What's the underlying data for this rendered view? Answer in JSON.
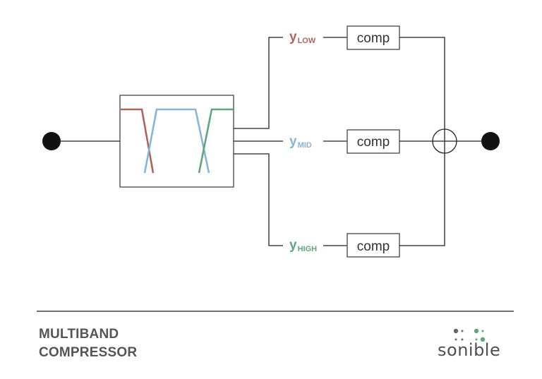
{
  "colors": {
    "line": "#222222",
    "box_border": "#444444",
    "low": "#b0645b",
    "mid": "#86b4dc",
    "high": "#5fa67c",
    "footer_text": "#555555",
    "brand_green": "#5fa67c",
    "brand_gray": "#666666"
  },
  "bands": {
    "low": {
      "main": "y",
      "sub": "LOW"
    },
    "mid": {
      "main": "y",
      "sub": "MID"
    },
    "high": {
      "main": "y",
      "sub": "HIGH"
    }
  },
  "compressors": {
    "low": "comp",
    "mid": "comp",
    "high": "comp"
  },
  "footer": {
    "title_line1": "MULTIBAND",
    "title_line2": "COMPRESSOR"
  },
  "brand": {
    "name": "sonible"
  }
}
